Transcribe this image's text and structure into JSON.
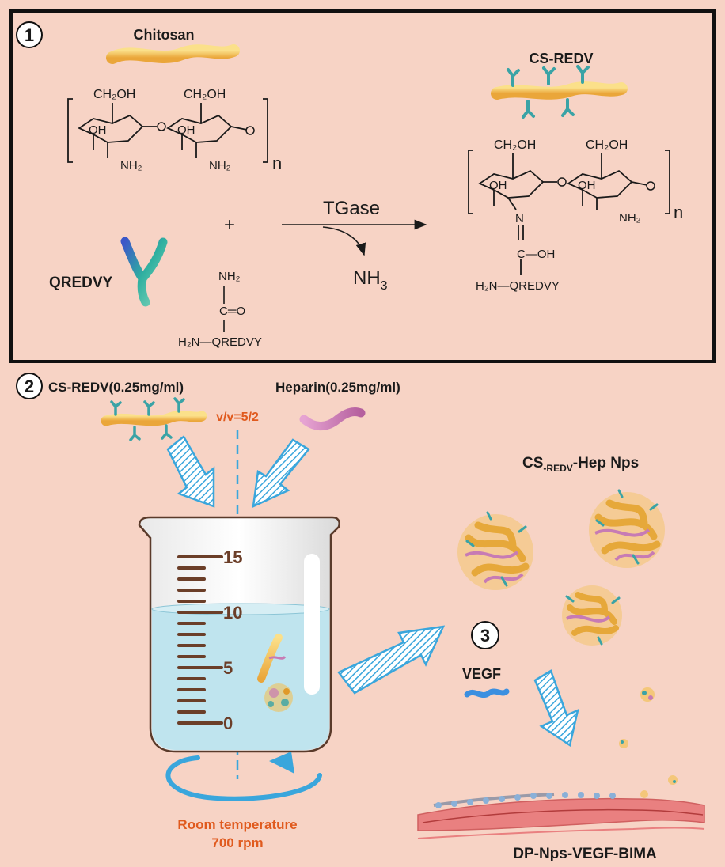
{
  "section1": {
    "step_number": "1",
    "chitosan_label": "Chitosan",
    "csredv_label": "CS-REDV",
    "qredvy_label": "QREDVY",
    "plus_sign": "+",
    "enzyme_label": "TGase",
    "byproduct_main": "NH",
    "byproduct_sub": "3",
    "structure": {
      "ch2oh": "CH₂OH",
      "oh": "OH",
      "nh2": "NH₂",
      "n_repeat": "n",
      "n_atom": "N",
      "c_atom": "C",
      "o_atom": "O",
      "h2n_qredvy": "H₂N—QREDVY",
      "c_oh": "C—OH",
      "c_eq_o": "C═O"
    }
  },
  "section2": {
    "step_number": "2",
    "cs_redv_conc": "CS-REDV(0.25mg/ml)",
    "heparin_conc": "Heparin(0.25mg/ml)",
    "ratio": "v/v=5/2",
    "beaker_marks": [
      "15",
      "10",
      "5",
      "0"
    ],
    "condition_temp": "Room temperature",
    "condition_speed": "700 rpm"
  },
  "section3": {
    "step_number": "3",
    "nps_label_main": "CS",
    "nps_label_sub": "-REDV",
    "nps_label_rest": "-Hep Nps",
    "vegf_label": "VEGF",
    "product_label": "DP-Nps-VEGF-BIMA"
  },
  "colors": {
    "background": "#f7d3c5",
    "arrow_blue": "#3aa6dc",
    "accent_orange": "#e05a1e",
    "chitosan": "#f2c25a",
    "heparin": "#c77bb4",
    "water": "#bfe4ee"
  }
}
